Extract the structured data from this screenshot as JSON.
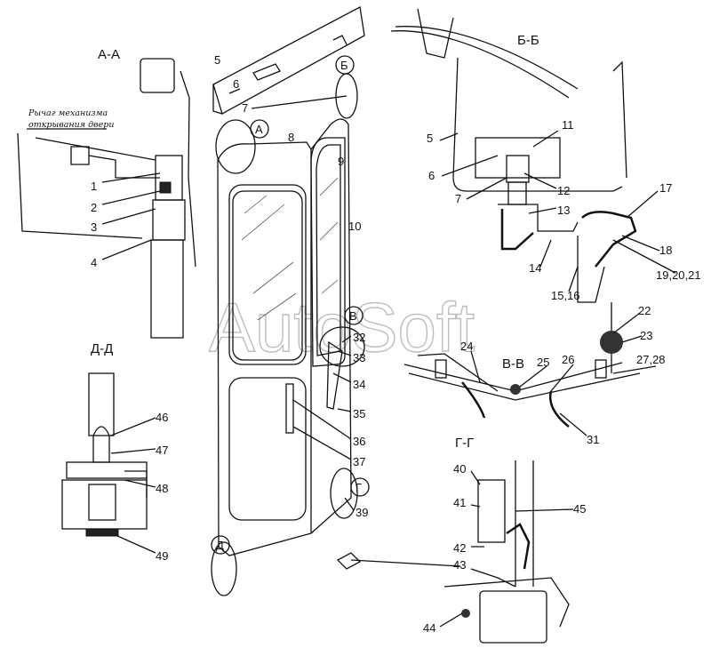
{
  "sections": {
    "aa": "А-А",
    "bb": "Б-Б",
    "vv": "В-В",
    "gg": "Г-Г",
    "dd": "Д-Д"
  },
  "callouts": {
    "a": "А",
    "b": "Б",
    "v": "В",
    "g": "Г",
    "d": "Д"
  },
  "note": {
    "line1": "Рычаг механизма",
    "line2": "открывания двери"
  },
  "watermark": "AutoSoft",
  "parts": {
    "p1": "1",
    "p2": "2",
    "p3": "3",
    "p4": "4",
    "p5": "5",
    "p6": "6",
    "p7": "7",
    "p8": "8",
    "p9": "9",
    "p10": "10",
    "r5": "5",
    "r6": "6",
    "r7": "7",
    "p11": "11",
    "p12": "12",
    "p13": "13",
    "p14": "14",
    "p15_16": "15,16",
    "p17": "17",
    "p18": "18",
    "p19_21": "19,20,21",
    "p22": "22",
    "p23": "23",
    "p24": "24",
    "p25": "25",
    "p26": "26",
    "p27_28": "27,28",
    "p31": "31",
    "p32": "32",
    "p33": "33",
    "p34": "34",
    "p35": "35",
    "p36": "36",
    "p37": "37",
    "p39": "39",
    "p40": "40",
    "p41": "41",
    "p42": "42",
    "p43": "43",
    "p44": "44",
    "p45": "45",
    "p46": "46",
    "p47": "47",
    "p48": "48",
    "p49": "49"
  }
}
